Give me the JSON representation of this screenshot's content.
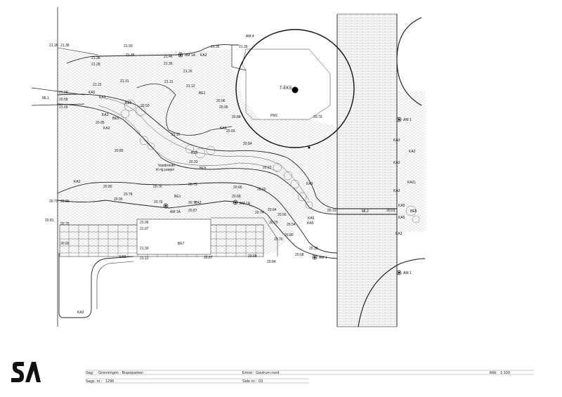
{
  "title_block": {
    "sag_label": "Sag:",
    "sag_value": "Grenningen - Bispeparken",
    "sagsnr_label": "Sags. nr.:",
    "sagsnr_value": "1296",
    "emne_label": "Emne:",
    "emne_value": "Gavlrum nord",
    "side_label": "Side nr.:",
    "side_value": "03",
    "scale_label": "Mål:",
    "scale_value": "1:100"
  },
  "logo_text": "SA",
  "plan": {
    "circle_label": "T-EKS",
    "stream_note_line1": "Vandrende",
    "stream_note_line2": "til rig prøjeri",
    "levels": [
      "21.26",
      "21.38",
      "21.93",
      "21.46",
      "21.36",
      "21.36",
      "21.38",
      "21.28",
      "21.45",
      "21.36",
      "21.22",
      "21.31",
      "21.31",
      "21.12",
      "21.26",
      "21.09",
      "20.58",
      "21.09",
      "20.96",
      "20.96",
      "20.50",
      "20.88",
      "20.79",
      "20.95",
      "21.16",
      "20.93",
      "20.84",
      "20.85",
      "20.33",
      "20.22",
      "20.80",
      "20.76",
      "20.73",
      "20.66",
      "20.60",
      "20.79",
      "20.89",
      "20.78",
      "20.95",
      "20.76",
      "20.87",
      "20.77",
      "20.68",
      "20.74",
      "20.64",
      "20.56",
      "20.10",
      "20.01",
      "20.81",
      "20.75",
      "21.06",
      "21.07",
      "20.79",
      "20.69",
      "21.30",
      "21.12",
      "20.87",
      "20.65",
      "20.54",
      "20.80",
      "20.70",
      "20.68",
      "20.38",
      "20.84"
    ],
    "codes": [
      "AM 4",
      "AM 1A",
      "KA3",
      "KA5",
      "KA3",
      "BE5",
      "BE5",
      "KA3",
      "BE1",
      "PM1",
      "KA3",
      "BE5",
      "BE5",
      "KA3",
      "BE1",
      "KA3",
      "AM 1A",
      "AM 1A",
      "KA3",
      "KA5",
      "KA5",
      "ML1",
      "ML2",
      "BE7",
      "KA3",
      "AM 1",
      "KA3",
      "AM 1",
      "KA3",
      "KA2",
      "KA3",
      "KA2L",
      "KA3",
      "KA5",
      "BE5",
      "KA5",
      "KA3",
      "AM 1",
      "KA3"
    ]
  }
}
